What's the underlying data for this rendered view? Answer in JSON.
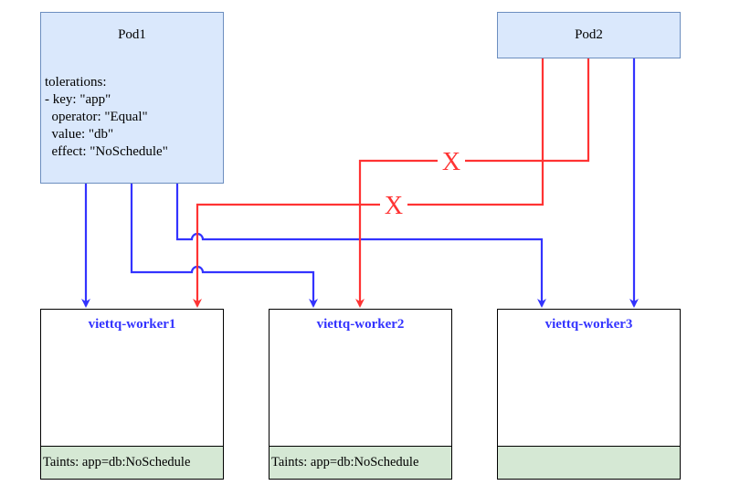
{
  "pods": [
    {
      "name": "Pod1",
      "tolerations": [
        "tolerations:",
        "- key: \"app\"",
        "  operator: \"Equal\"",
        "  value: \"db\"",
        "  effect: \"NoSchedule\""
      ]
    },
    {
      "name": "Pod2"
    }
  ],
  "workers": [
    {
      "name": "viettq-worker1",
      "taint": "Taints: app=db:NoSchedule"
    },
    {
      "name": "viettq-worker2",
      "taint": "Taints: app=db:NoSchedule"
    },
    {
      "name": "viettq-worker3",
      "taint": ""
    }
  ],
  "blocked_marks": [
    "X",
    "X"
  ],
  "colors": {
    "allowed_edge": "#3333ff",
    "blocked_edge": "#ff3333",
    "pod_fill": "#dae8fc",
    "pod_stroke": "#6c8ebf",
    "taint_fill": "#d5e8d4",
    "worker_title": "#3333ff"
  }
}
